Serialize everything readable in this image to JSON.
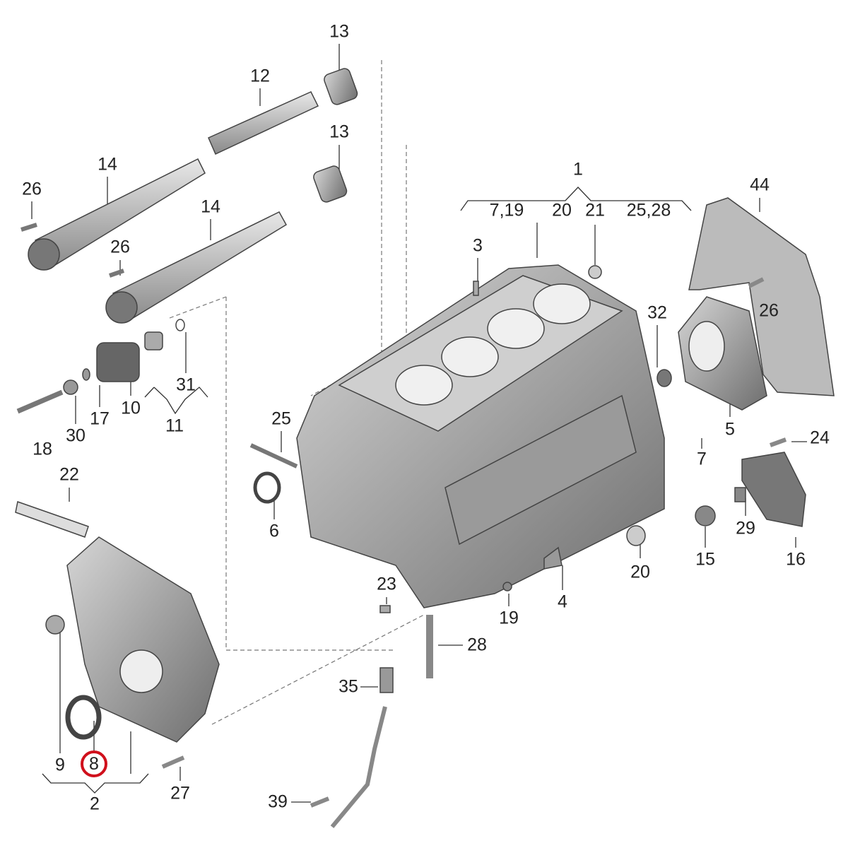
{
  "diagram": {
    "type": "exploded-parts-diagram",
    "highlight_color": "#d0101c",
    "highlighted_part": "8",
    "callouts": [
      "13",
      "12",
      "13",
      "14",
      "26",
      "14",
      "26",
      "1",
      "7,19",
      "20",
      "21",
      "25,28",
      "44",
      "3",
      "26",
      "32",
      "31",
      "10",
      "11",
      "17",
      "30",
      "18",
      "25",
      "5",
      "7",
      "24",
      "22",
      "6",
      "29",
      "15",
      "16",
      "20",
      "4",
      "23",
      "19",
      "28",
      "9",
      "8",
      "2",
      "27",
      "35",
      "39"
    ]
  }
}
